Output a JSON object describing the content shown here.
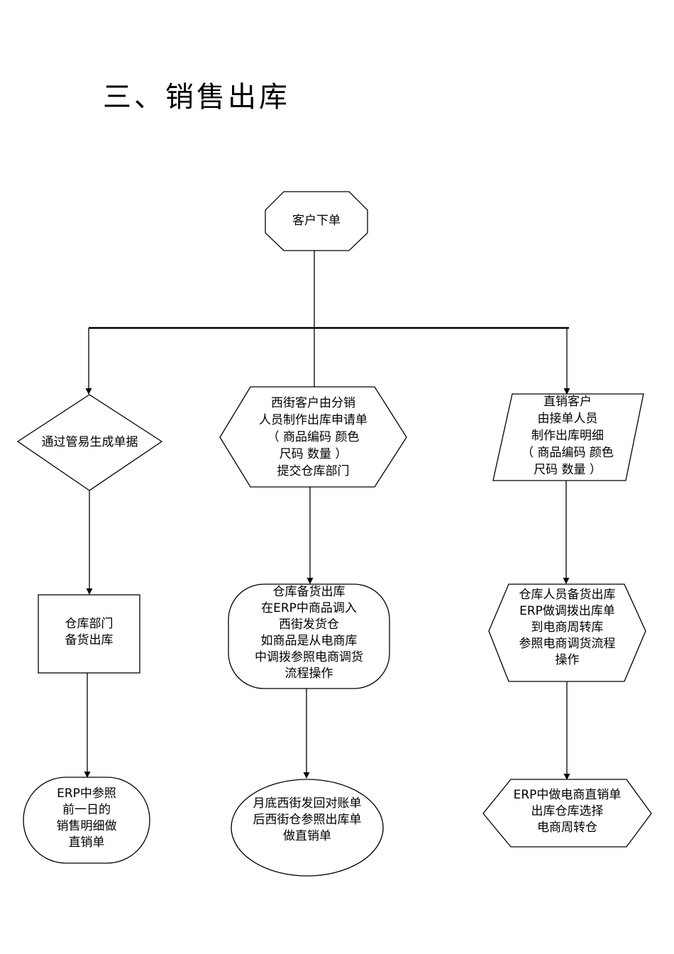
{
  "title": "三、销售出库",
  "nodes": {
    "start": {
      "lines": [
        "客户下单"
      ]
    },
    "left_decision": {
      "lines": [
        "通过管易生成单据"
      ]
    },
    "center_request": {
      "lines": [
        "西街客户由分销",
        "人员制作出库申请单",
        "（ 商品编码 颜色",
        "尺码 数量 ）",
        "提交仓库部门"
      ]
    },
    "right_input": {
      "lines": [
        "直销客户",
        "由接单人员",
        "制作出库明细",
        "（ 商品编码 颜色",
        "尺码 数量 ）"
      ]
    },
    "left_process": {
      "lines": [
        "仓库部门",
        "备货出库"
      ]
    },
    "center_process": {
      "lines": [
        "仓库备货出库",
        "在ERP中商品调入",
        "西街发货仓",
        "如商品是从电商库",
        "中调拨参照电商调货",
        "流程操作"
      ]
    },
    "right_process": {
      "lines": [
        "仓库人员备货出库",
        "ERP做调拨出库单",
        "到电商周转库",
        "参照电商调货流程",
        "操作"
      ]
    },
    "left_end": {
      "lines": [
        "ERP中参照",
        "前一日的",
        "销售明细做",
        "直销单"
      ]
    },
    "center_end": {
      "lines": [
        "月底西街发回对账单",
        "后西街仓参照出库单",
        "做直销单"
      ]
    },
    "right_end": {
      "lines": [
        "ERP中做电商直销单",
        "出库仓库选择",
        "电商周转仓"
      ]
    }
  },
  "edges": [
    {
      "from": "start",
      "to": "split-bar"
    },
    {
      "from": "split-bar",
      "to": "left_decision"
    },
    {
      "from": "split-bar",
      "to": "center_request"
    },
    {
      "from": "split-bar",
      "to": "right_input"
    },
    {
      "from": "left_decision",
      "to": "left_process"
    },
    {
      "from": "center_request",
      "to": "center_process"
    },
    {
      "from": "right_input",
      "to": "right_process"
    },
    {
      "from": "left_process",
      "to": "left_end"
    },
    {
      "from": "center_process",
      "to": "center_end"
    },
    {
      "from": "right_process",
      "to": "right_end"
    }
  ]
}
